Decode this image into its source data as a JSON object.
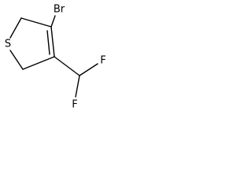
{
  "molecule": {
    "atoms": {
      "bromine": "Br",
      "sulfur": "S",
      "fluorine_upper": "F",
      "fluorine_lower": "F"
    }
  }
}
